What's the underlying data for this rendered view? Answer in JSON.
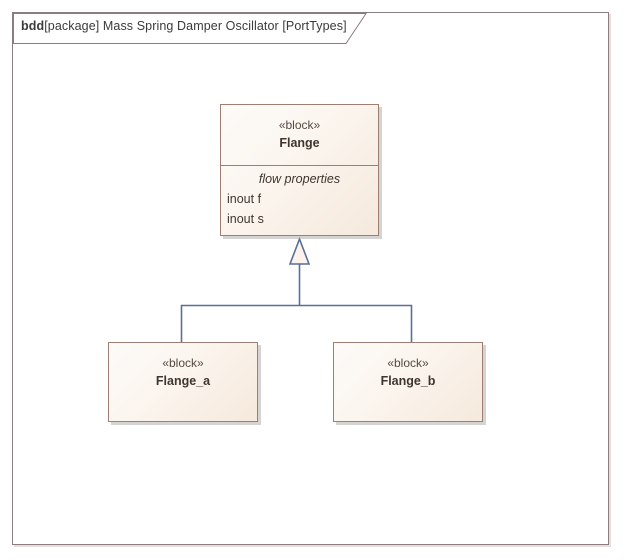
{
  "diagram": {
    "kind": "bdd",
    "header": {
      "kind_label": "bdd",
      "rest_label": "[package] Mass Spring Damper Oscillator [PortTypes]",
      "full_label": "bdd[package] Mass Spring Damper Oscillator [PortTypes]"
    },
    "colors": {
      "frame_border": "#8d7b80",
      "block_border": "#9d7f74",
      "block_fill_light": "#fdfbf8",
      "block_fill_dark": "#f5e9dc",
      "connector": "#5a6e96",
      "text": "#3f362f",
      "header_text": "#3a3a3a",
      "page_background": "#ffffff"
    },
    "blocks": [
      {
        "id": "flange",
        "stereotype": "«block»",
        "name": "Flange",
        "compartments": [
          {
            "header": "flow properties",
            "items": [
              "inout f",
              "inout s"
            ]
          }
        ]
      },
      {
        "id": "flange_a",
        "stereotype": "«block»",
        "name": "Flange_a",
        "compartments": []
      },
      {
        "id": "flange_b",
        "stereotype": "«block»",
        "name": "Flange_b",
        "compartments": []
      }
    ],
    "relationships": [
      {
        "type": "generalization",
        "source": "Flange_a",
        "target": "Flange",
        "arrowhead": "hollow-triangle"
      },
      {
        "type": "generalization",
        "source": "Flange_b",
        "target": "Flange",
        "arrowhead": "hollow-triangle"
      }
    ]
  }
}
